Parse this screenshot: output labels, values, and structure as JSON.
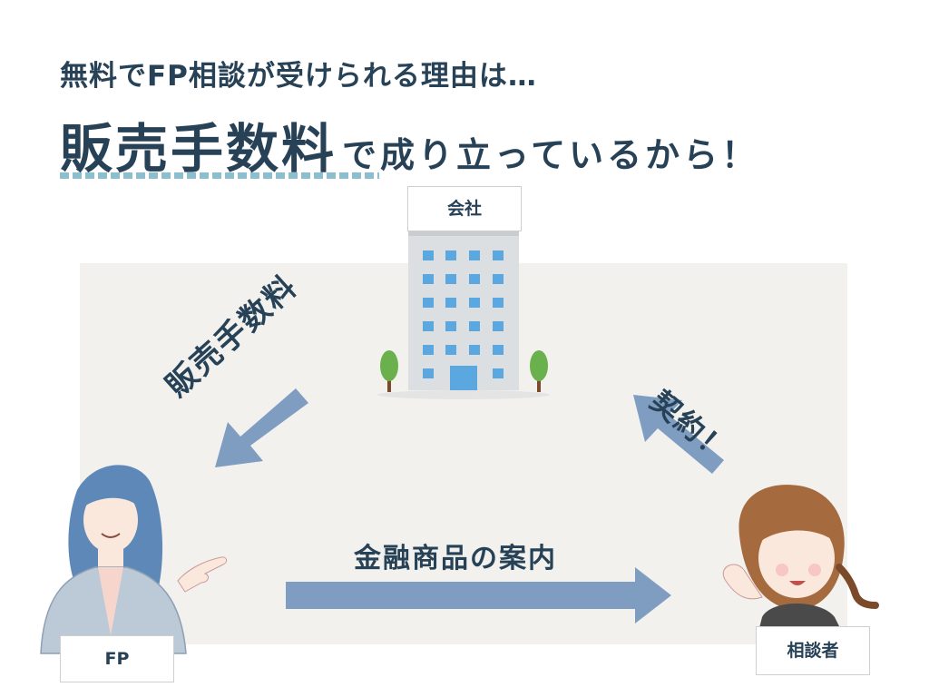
{
  "headline": {
    "line1": "無料でFP相談が受けられる理由は…",
    "highlight": "販売手数料",
    "rest": "で成り立っているから！"
  },
  "nodes": {
    "company": "会社",
    "fp": "FP",
    "consultee": "相談者"
  },
  "edges": {
    "commission": "販売手数料",
    "contract": "契約！",
    "product_guide": "金融商品の案内"
  },
  "colors": {
    "text": "#274257",
    "arrow": "#7f9dc1",
    "underline": "#8bbfd0",
    "panel": "#f2f1ee"
  }
}
